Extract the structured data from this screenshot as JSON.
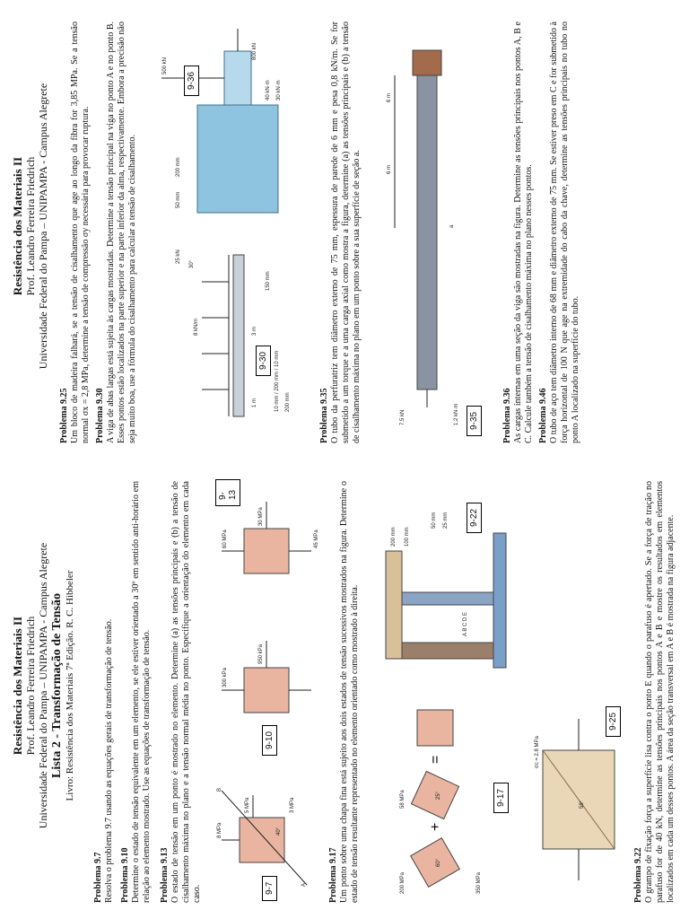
{
  "left": {
    "header": {
      "course": "Resistência dos Materiais II",
      "professor": "Prof. Leandro Ferreira Friedrich",
      "university": "Universidade Federal do Pampa – UNIPAMPA - Campus Alegrete",
      "list_title": "Lista 2 - Transformação de Tensão",
      "book": "Livro: Resistência dos Materiais 7ª Edição. R. C. Hibbeler"
    },
    "problems": [
      {
        "title": "Problema 9.7",
        "text": "Resolva o problema 9.7 usando as equações gerais de transformação de tensão."
      },
      {
        "title": "Problema 9.10",
        "text": "Determine o estado de tensão equivalente em um elemento, se ele estiver orientado a 30º em sentido anti-horário em relação ao elemento mostrado. Use as equações de transformação de tensão."
      },
      {
        "title": "Problema 9.13",
        "text": "O estado de tensão em um ponto é mostrado no elemento. Determine (a) as tensões principais e (b) a tensão de cisalhamento máxima no plano e a tensão normal média no ponto. Especifique a orientação do elemento em cada caso."
      },
      {
        "title": "Problema 9.17",
        "text": "Um ponto sobre uma chapa fina está sujeito aos dois estados de tensão sucessivos mostrados na figura. Determine o estado de tensão resultante representado no elemento orientado como mostrado à direita."
      },
      {
        "title": "Problema 9.22",
        "text": "O grampo de fixação força a superfície lisa contra o ponto E quando o parafuso é apertado. Se a força de tração no parafuso for de 40 kN, determine as tensões principais nos pontos A e B e mostre os resultados em elementos localizados em cada um desses pontos. A área da seção transversal em A e B é mostrada na figura adjacente."
      }
    ],
    "figures": {
      "f97": {
        "label": "9-7",
        "s1": "8 MPa",
        "s2": "5 MPa",
        "s3": "3 MPa",
        "angle": "40°",
        "pa": "A",
        "pb": "B"
      },
      "f910": {
        "label": "9-10",
        "s1": "300 kPa",
        "s2": "950 kPa"
      },
      "f913": {
        "label": "9-13",
        "s1": "60 MPa",
        "s2": "30 MPa",
        "s3": "45 MPa"
      },
      "f917": {
        "label": "9-17",
        "s1": "200 MPa",
        "s2": "350 MPa",
        "s3": "58 MPa",
        "a1": "25°",
        "a2": "60°",
        "plus": "+",
        "eq": "="
      },
      "f925": {
        "label": "9-25",
        "s": "σc = 2.8 MPa",
        "angle": "58°"
      },
      "f922": {
        "label": "9-22",
        "d1": "200 mm",
        "d2": "100 mm",
        "d3": "50 mm",
        "d4": "25 mm",
        "pts": "A B C D E"
      }
    }
  },
  "right": {
    "header": {
      "course": "Resistência dos Materiais II",
      "professor": "Prof. Leandro Ferreira Friedrich",
      "university": "Universidade Federal do Pampa – UNIPAMPA - Campus Alegrete"
    },
    "problems": [
      {
        "title": "Problema 9.25",
        "text": "Um bloco de madeira falhará, se a tensão de cisalhamento que age ao longo da fibra for 3,85 MPa. Se a tensão normal σx = 2,8 MPa, determine a tensão de compressão σy necessária para provocar ruptura."
      },
      {
        "title": "Problema 9.30",
        "text": "A viga de abas largas está sujeita às cargas mostradas. Determine a tensão principal na viga no ponto A e no ponto B. Esses pontos estão localizados na parte superior e na parte inferior da alma, respectivamente. Embora a precisão não seja muito boa, use a fórmula do cisalhamento para calcular a tensão de cisalhamento."
      },
      {
        "title": "Problema 9.35",
        "text": "O tubo da perfuratriz tem diâmetro externo de 75 mm, espessura de parede de 6 mm e pesa 0,8 kN/m. Se for submetido a um torque e a uma carga axial como mostra a figura, determine (a) as tensões principais e (b) a tensão de cisalhamento máxima no plano em um ponto sobre a sua superfície de seção a."
      },
      {
        "title": "Problema 9.36",
        "text": "As cargas internas em uma seção da viga são mostradas na figura. Determine as tensões principais nos pontos A, B e C. Calcule também a tensão de cisalhamento máxima no plano nesses pontos."
      },
      {
        "title": "Problema 9.46",
        "text": "O tubo de aço tem diâmetro interno de 68 mm e diâmetro externo de 75 mm. Se estiver preso em C e for submetido à força horizontal de 100 N que age na extremidade do cabo da chave, determine as tensões principais no tubo no ponto A localizado na superfície do tubo."
      }
    ],
    "figures": {
      "f935": {
        "label": "9-35",
        "load": "7.5 kN",
        "torque": "1.2 kN·m",
        "dim1": "6 m",
        "dim2": "6 m",
        "sec": "a"
      },
      "f930": {
        "label": "9-30",
        "w": "8 kN/m",
        "p": "25 kN",
        "ang": "30°",
        "d1": "1 m",
        "d2": "3 m",
        "dims": "10 mm / 200 mm / 10 mm",
        "w2": "200 mm",
        "h": "150 mm"
      },
      "f936": {
        "label": "9-36",
        "f1": "500 kN",
        "f2": "800 kN",
        "m1": "40 kN·m",
        "m2": "30 kN·m",
        "d": "200 mm",
        "d2": "50 mm"
      }
    }
  }
}
